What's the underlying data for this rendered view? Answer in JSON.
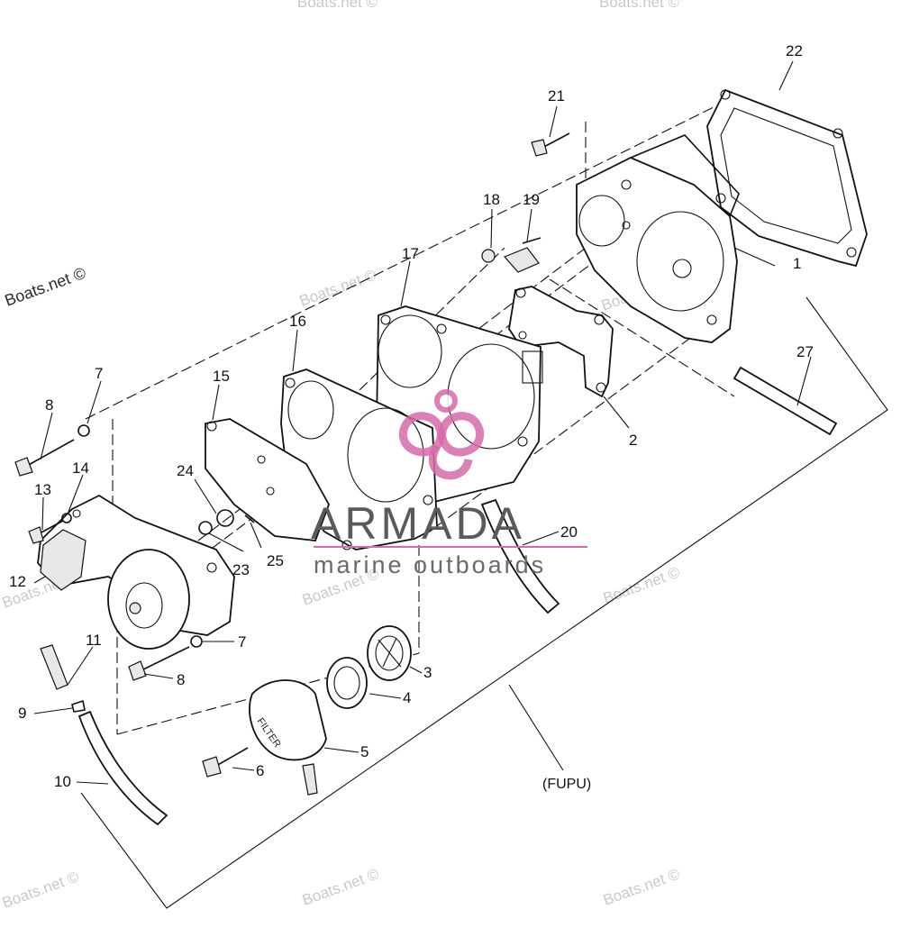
{
  "part_labels": {
    "p1": "1",
    "p2": "2",
    "p3": "3",
    "p4": "4",
    "p5": "5",
    "p6": "6",
    "p7a": "7",
    "p7b": "7",
    "p8a": "8",
    "p8b": "8",
    "p9": "9",
    "p10": "10",
    "p11": "11",
    "p12": "12",
    "p13": "13",
    "p14": "14",
    "p15": "15",
    "p16": "16",
    "p17": "17",
    "p18": "18",
    "p19": "19",
    "p20": "20",
    "p21": "21",
    "p22": "22",
    "p23": "23",
    "p24": "24",
    "p25": "25",
    "p27": "27"
  },
  "assembly_caption": "(FUPU)",
  "filter_label": "FILTER",
  "watermarks": {
    "boats_net": "Boats.net ©"
  },
  "brand": {
    "name": "ARMADA",
    "tagline": "marine outboards",
    "pink": "#d66aa8"
  }
}
